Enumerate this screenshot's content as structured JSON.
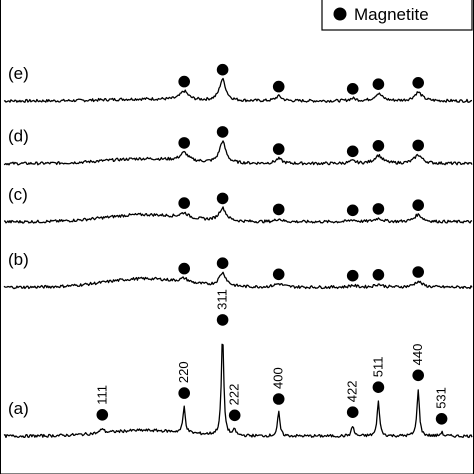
{
  "chart_data": {
    "type": "line",
    "title": "",
    "xlabel": "",
    "ylabel": "",
    "legend": {
      "label": "Magnetite",
      "marker": "filled-circle",
      "position": "top-right"
    },
    "marker_color": "#000000",
    "line_color": "#000000",
    "reflections": [
      {
        "hkl": "111",
        "position": 0.21
      },
      {
        "hkl": "220",
        "position": 0.385
      },
      {
        "hkl": "311",
        "position": 0.467
      },
      {
        "hkl": "222",
        "position": 0.493
      },
      {
        "hkl": "400",
        "position": 0.587
      },
      {
        "hkl": "422",
        "position": 0.745
      },
      {
        "hkl": "511",
        "position": 0.8
      },
      {
        "hkl": "440",
        "position": 0.885
      },
      {
        "hkl": "531",
        "position": 0.935
      }
    ],
    "series": [
      {
        "label": "(e)",
        "baseline": 0.787,
        "peaks": [
          {
            "position": 0.385,
            "height": 0.018,
            "width": 0.01
          },
          {
            "position": 0.467,
            "height": 0.045,
            "width": 0.008
          },
          {
            "position": 0.587,
            "height": 0.01,
            "width": 0.008
          },
          {
            "position": 0.745,
            "height": 0.005,
            "width": 0.008
          },
          {
            "position": 0.8,
            "height": 0.015,
            "width": 0.01
          },
          {
            "position": 0.885,
            "height": 0.018,
            "width": 0.01
          }
        ],
        "hump": 0.004,
        "marked": [
          "220",
          "311",
          "400",
          "422",
          "511",
          "440"
        ]
      },
      {
        "label": "(d)",
        "baseline": 0.655,
        "peaks": [
          {
            "position": 0.385,
            "height": 0.017,
            "width": 0.01
          },
          {
            "position": 0.467,
            "height": 0.045,
            "width": 0.008
          },
          {
            "position": 0.587,
            "height": 0.01,
            "width": 0.008
          },
          {
            "position": 0.745,
            "height": 0.005,
            "width": 0.008
          },
          {
            "position": 0.8,
            "height": 0.017,
            "width": 0.01
          },
          {
            "position": 0.885,
            "height": 0.018,
            "width": 0.01
          }
        ],
        "hump": 0.01,
        "marked": [
          "220",
          "311",
          "400",
          "422",
          "511",
          "440"
        ]
      },
      {
        "label": "(c)",
        "baseline": 0.532,
        "peaks": [
          {
            "position": 0.385,
            "height": 0.01,
            "width": 0.01
          },
          {
            "position": 0.467,
            "height": 0.027,
            "width": 0.009
          },
          {
            "position": 0.587,
            "height": 0.006,
            "width": 0.008
          },
          {
            "position": 0.745,
            "height": 0.004,
            "width": 0.008
          },
          {
            "position": 0.8,
            "height": 0.007,
            "width": 0.01
          },
          {
            "position": 0.885,
            "height": 0.015,
            "width": 0.01
          }
        ],
        "hump": 0.015,
        "marked": [
          "220",
          "311",
          "400",
          "422",
          "511",
          "440"
        ]
      },
      {
        "label": "(b)",
        "baseline": 0.394,
        "peaks": [
          {
            "position": 0.385,
            "height": 0.008,
            "width": 0.01
          },
          {
            "position": 0.467,
            "height": 0.028,
            "width": 0.009
          },
          {
            "position": 0.587,
            "height": 0.007,
            "width": 0.012
          },
          {
            "position": 0.745,
            "height": 0.004,
            "width": 0.008
          },
          {
            "position": 0.8,
            "height": 0.006,
            "width": 0.01
          },
          {
            "position": 0.885,
            "height": 0.012,
            "width": 0.01
          }
        ],
        "hump": 0.018,
        "marked": [
          "220",
          "311",
          "400",
          "422",
          "511",
          "440"
        ]
      },
      {
        "label": "(a)",
        "baseline": 0.08,
        "peaks": [
          {
            "position": 0.21,
            "height": 0.01,
            "width": 0.004
          },
          {
            "position": 0.385,
            "height": 0.055,
            "width": 0.003
          },
          {
            "position": 0.467,
            "height": 0.215,
            "width": 0.003
          },
          {
            "position": 0.493,
            "height": 0.012,
            "width": 0.003
          },
          {
            "position": 0.587,
            "height": 0.05,
            "width": 0.003
          },
          {
            "position": 0.745,
            "height": 0.022,
            "width": 0.003
          },
          {
            "position": 0.8,
            "height": 0.075,
            "width": 0.003
          },
          {
            "position": 0.885,
            "height": 0.1,
            "width": 0.003
          },
          {
            "position": 0.935,
            "height": 0.008,
            "width": 0.003
          }
        ],
        "hump": 0.012,
        "marked": [
          "111",
          "220",
          "311",
          "222",
          "400",
          "422",
          "511",
          "440",
          "531"
        ],
        "hkl_labels": [
          "111",
          "220",
          "311",
          "222",
          "400",
          "422",
          "511",
          "440",
          "531"
        ]
      }
    ]
  }
}
